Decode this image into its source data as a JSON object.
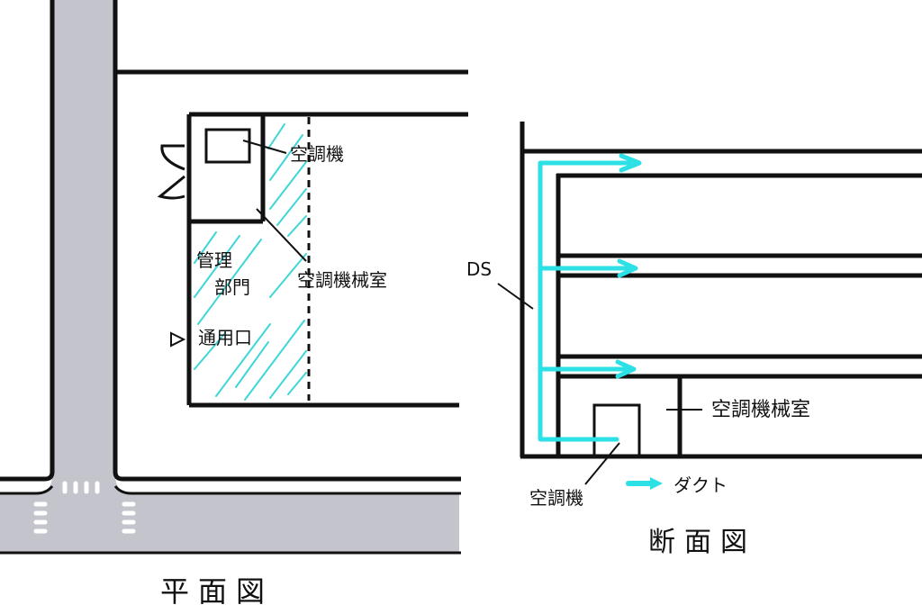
{
  "colors": {
    "line": "#111111",
    "road_fill": "#c4c4cc",
    "duct": "#2de0e6",
    "hatch": "#3fd6d8",
    "crosswalk": "#ffffff"
  },
  "plan": {
    "title": "平面図",
    "labels": {
      "ac_unit": "空調機",
      "ac_room": "空調機械室",
      "management_line1": "管理",
      "management_line2": "部門",
      "service_entrance": "通用口"
    }
  },
  "section": {
    "title": "断面図",
    "labels": {
      "ds": "DS",
      "ac_room": "空調機械室",
      "ac_unit": "空調機"
    },
    "legend": {
      "duct_label": "ダクト"
    }
  }
}
